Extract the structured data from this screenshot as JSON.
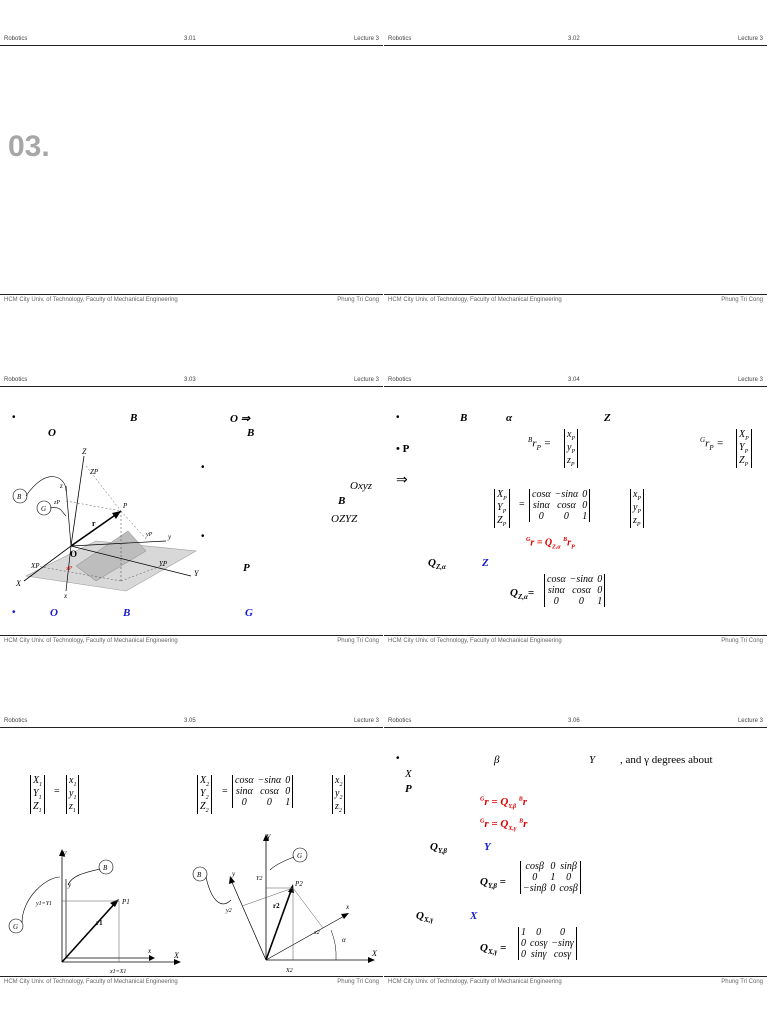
{
  "header": {
    "left": "Robotics",
    "right": "Lecture 3"
  },
  "footer": {
    "left": "HCM City Univ. of Technology, Faculty of Mechanical Engineering",
    "right": "Phung Tri Cong"
  },
  "slides": [
    {
      "number": "3.01",
      "big_title": "03."
    },
    {
      "number": "3.02"
    },
    {
      "number": "3.03",
      "bullets": [
        "•",
        "•",
        "•",
        "•"
      ],
      "labels": {
        "B1": "B",
        "O1": "O",
        "O_arrow": "O ⇒",
        "B2": "B",
        "oxyz": "Oxyz",
        "B3": "B",
        "OZYZ": "OZYZ",
        "P": "P",
        "O_blue": "O",
        "B_blue": "B",
        "G_blue": "G"
      },
      "fig": {
        "Z": "Z",
        "ZP": "ZP",
        "z": "z",
        "zP": "zP",
        "B": "B",
        "G": "G",
        "P": "P",
        "r": "r",
        "yP": "yP",
        "y": "y",
        "O": "O",
        "XP": "XP",
        "xP": "xP",
        "YP": "YP",
        "Y": "Y",
        "X": "X",
        "x": "x"
      }
    },
    {
      "number": "3.04",
      "labels": {
        "bullet1": "•",
        "B": "B",
        "alpha": "α",
        "Z": "Z",
        "P": "• P",
        "arrow": "⇒",
        "Q_za": "Q",
        "Q_za_sub": "Z,α",
        "Z_blue": "Z"
      },
      "eqs": {
        "brp": "r",
        "grp": "r",
        "red_eq": "r = Q",
        "red_sub": "Z,α"
      },
      "matrix_lhs": [
        "X",
        "Y",
        "Z"
      ],
      "matrix_rot": [
        [
          "cosα",
          "−sinα",
          "0"
        ],
        [
          "sinα",
          "cosα",
          "0"
        ],
        [
          "0",
          "0",
          "1"
        ]
      ],
      "matrix_rhs": [
        "x",
        "y",
        "z"
      ],
      "p_sub": "P"
    },
    {
      "number": "3.05",
      "eq1_lhs": [
        "X",
        "Y",
        "Z"
      ],
      "eq1_rhs": [
        "x",
        "y",
        "z"
      ],
      "sub1": "1",
      "eq2_lhs": [
        "X",
        "Y",
        "Z"
      ],
      "eq2_rhs": [
        "x",
        "y",
        "z"
      ],
      "sub2": "2",
      "rot": [
        [
          "cosα",
          "−sinα",
          "0"
        ],
        [
          "sinα",
          "cosα",
          "0"
        ],
        [
          "0",
          "0",
          "1"
        ]
      ],
      "fig1": {
        "Y": "Y",
        "B": "B",
        "G": "G",
        "y": "y",
        "y1Y1": "y1=Y1",
        "P1": "P1",
        "r1": "r1",
        "x": "x",
        "X": "X",
        "x1X1": "x1=X1"
      },
      "fig2": {
        "Y": "Y",
        "G": "G",
        "B": "B",
        "y": "y",
        "Y2": "Y2",
        "P2": "P2",
        "r2": "r2",
        "x": "x",
        "x2": "x2",
        "y2": "y2",
        "alpha": "α",
        "X": "X",
        "X2": "X2"
      }
    },
    {
      "number": "3.06",
      "labels": {
        "bullet": "•",
        "beta": "β",
        "Y": "Y",
        "gamma_text": ", and γ degrees about",
        "X": "X",
        "P": "P",
        "Q_yb": "Q",
        "Q_yb_sub": "Y,β",
        "Y_blue": "Y",
        "Q_xg": "Q",
        "Q_xg_sub": "X,γ",
        "X_blue": "X"
      },
      "red1": "r = Q",
      "red1_sub": "Y,β",
      "red2": "r = Q",
      "red2_sub": "X,γ",
      "rotY": [
        [
          "cosβ",
          "0",
          "sinβ"
        ],
        [
          "0",
          "1",
          "0"
        ],
        [
          "−sinβ",
          "0",
          "cosβ"
        ]
      ],
      "rotX": [
        [
          "1",
          "0",
          "0"
        ],
        [
          "0",
          "cosγ",
          "−sinγ"
        ],
        [
          "0",
          "sinγ",
          "cosγ"
        ]
      ]
    }
  ]
}
